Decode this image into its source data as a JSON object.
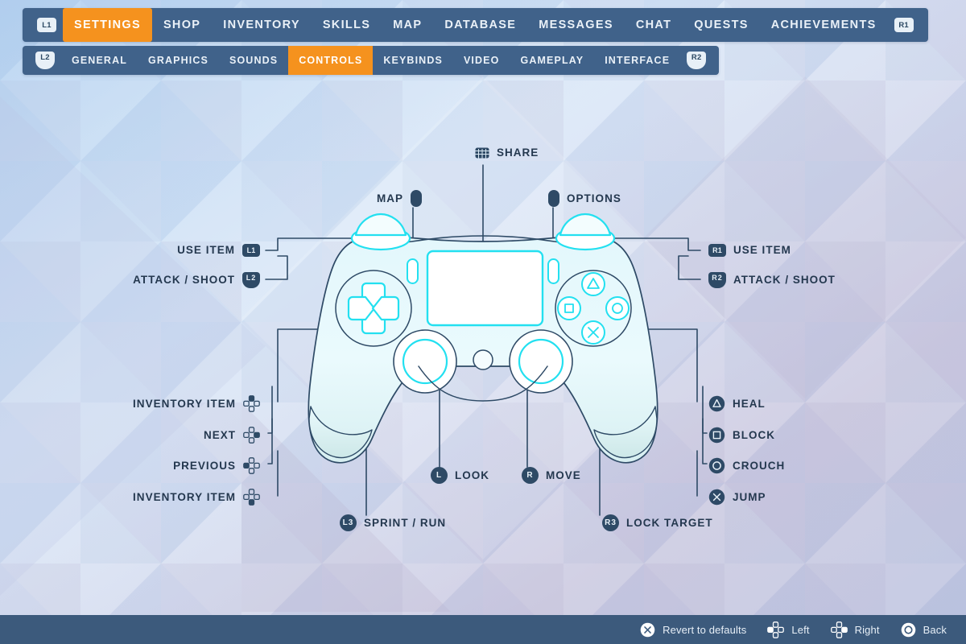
{
  "colors": {
    "nav_bg": "#40628A",
    "accent": "#F5921E",
    "footer_bg": "#3C5A7C",
    "label_text": "#24384F",
    "controller_stroke": "#2E4A66",
    "controller_highlight": "#23E0F0",
    "controller_fill": "#E7F8FC"
  },
  "topnav": {
    "left_badge": "L1",
    "right_badge": "R1",
    "items": [
      {
        "label": "SETTINGS",
        "active": true
      },
      {
        "label": "SHOP",
        "active": false
      },
      {
        "label": "INVENTORY",
        "active": false
      },
      {
        "label": "SKILLS",
        "active": false
      },
      {
        "label": "MAP",
        "active": false
      },
      {
        "label": "DATABASE",
        "active": false
      },
      {
        "label": "MESSAGES",
        "active": false
      },
      {
        "label": "CHAT",
        "active": false
      },
      {
        "label": "QUESTS",
        "active": false
      },
      {
        "label": "ACHIEVEMENTS",
        "active": false
      }
    ]
  },
  "subnav": {
    "left_badge": "L2",
    "right_badge": "R2",
    "items": [
      {
        "label": "GENERAL",
        "active": false
      },
      {
        "label": "GRAPHICS",
        "active": false
      },
      {
        "label": "SOUNDS",
        "active": false
      },
      {
        "label": "CONTROLS",
        "active": true
      },
      {
        "label": "KEYBINDS",
        "active": false
      },
      {
        "label": "VIDEO",
        "active": false
      },
      {
        "label": "GAMEPLAY",
        "active": false
      },
      {
        "label": "INTERFACE",
        "active": false
      }
    ]
  },
  "mappings": {
    "top_center": {
      "label": "SHARE",
      "icon": "touchpad-icon"
    },
    "map": {
      "label": "MAP",
      "icon": "share-button-icon"
    },
    "options": {
      "label": "OPTIONS",
      "icon": "options-button-icon"
    },
    "left_top": [
      {
        "label": "USE ITEM",
        "badge": "L1",
        "icon": "l1-bumper-icon"
      },
      {
        "label": "ATTACK / SHOOT",
        "badge": "L2",
        "icon": "l2-trigger-icon"
      }
    ],
    "left_bottom": [
      {
        "label": "INVENTORY ITEM",
        "icon": "dpad-up-icon"
      },
      {
        "label": "NEXT",
        "icon": "dpad-right-icon"
      },
      {
        "label": "PREVIOUS",
        "icon": "dpad-left-icon"
      },
      {
        "label": "INVENTORY ITEM",
        "icon": "dpad-down-icon"
      }
    ],
    "right_top": [
      {
        "label": "USE ITEM",
        "badge": "R1",
        "icon": "r1-bumper-icon"
      },
      {
        "label": "ATTACK / SHOOT",
        "badge": "R2",
        "icon": "r2-trigger-icon"
      }
    ],
    "right_bottom": [
      {
        "label": "HEAL",
        "icon": "triangle-button-icon"
      },
      {
        "label": "BLOCK",
        "icon": "square-button-icon"
      },
      {
        "label": "CROUCH",
        "icon": "circle-button-icon"
      },
      {
        "label": "JUMP",
        "icon": "cross-button-icon"
      }
    ],
    "sticks": [
      {
        "label": "LOOK",
        "badge": "L",
        "icon": "left-stick-icon"
      },
      {
        "label": "MOVE",
        "badge": "R",
        "icon": "right-stick-icon"
      },
      {
        "label": "SPRINT / RUN",
        "badge": "L3",
        "icon": "l3-click-icon"
      },
      {
        "label": "LOCK TARGET",
        "badge": "R3",
        "icon": "r3-click-icon"
      }
    ]
  },
  "footer": {
    "items": [
      {
        "label": "Revert to defaults",
        "icon": "cross-button-icon"
      },
      {
        "label": "Left",
        "icon": "dpad-left-icon"
      },
      {
        "label": "Right",
        "icon": "dpad-right-icon"
      },
      {
        "label": "Back",
        "icon": "circle-button-icon"
      }
    ]
  }
}
